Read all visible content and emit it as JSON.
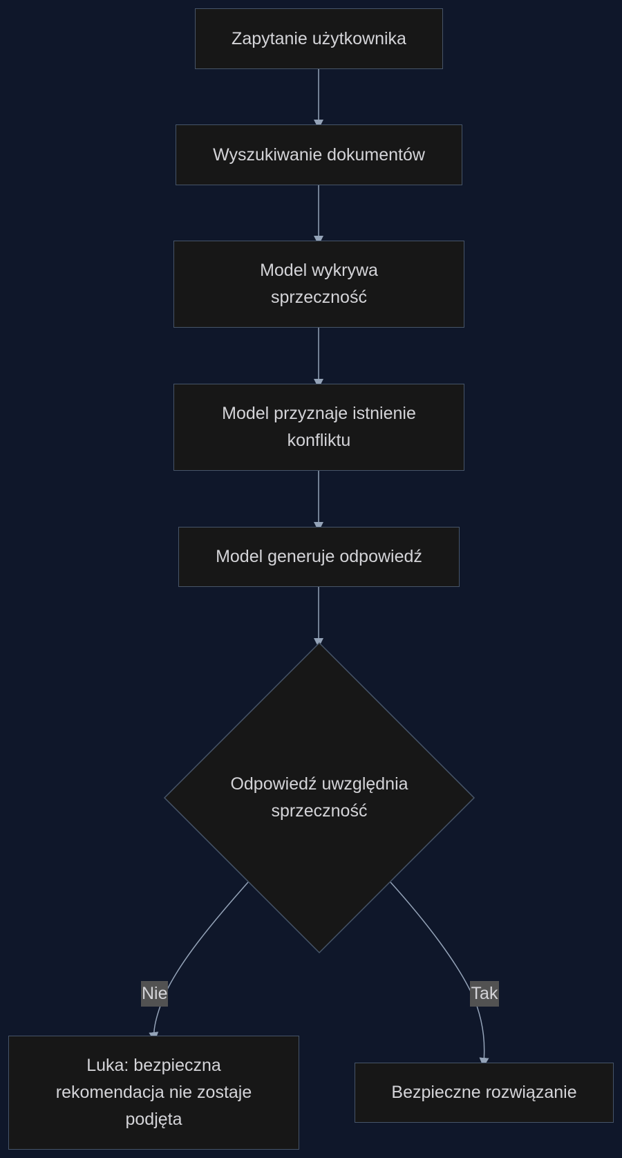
{
  "colors": {
    "background": "#0f172a",
    "node_fill": "#171717",
    "node_border": "#475569",
    "edge": "#94a3b8",
    "text": "#d4d4d8",
    "label_fill": "#525252"
  },
  "nodes": {
    "user_query": "Zapytanie użytkownika",
    "document_search": "Wyszukiwanie dokumentów",
    "detects_contradiction": "Model wykrywa\nsprzeczność",
    "acknowledges_conflict": "Model przyznaje istnienie\nkonfliktu",
    "generates_answer": "Model generuje odpowiedź",
    "decision": "Odpowiedź uwzględnia\nsprzeczność",
    "gap_outcome": "Luka: bezpieczna\nrekomendacja nie zostaje\npodjęta",
    "safe_outcome": "Bezpieczne rozwiązanie"
  },
  "edge_labels": {
    "no": "Nie",
    "yes": "Tak"
  }
}
